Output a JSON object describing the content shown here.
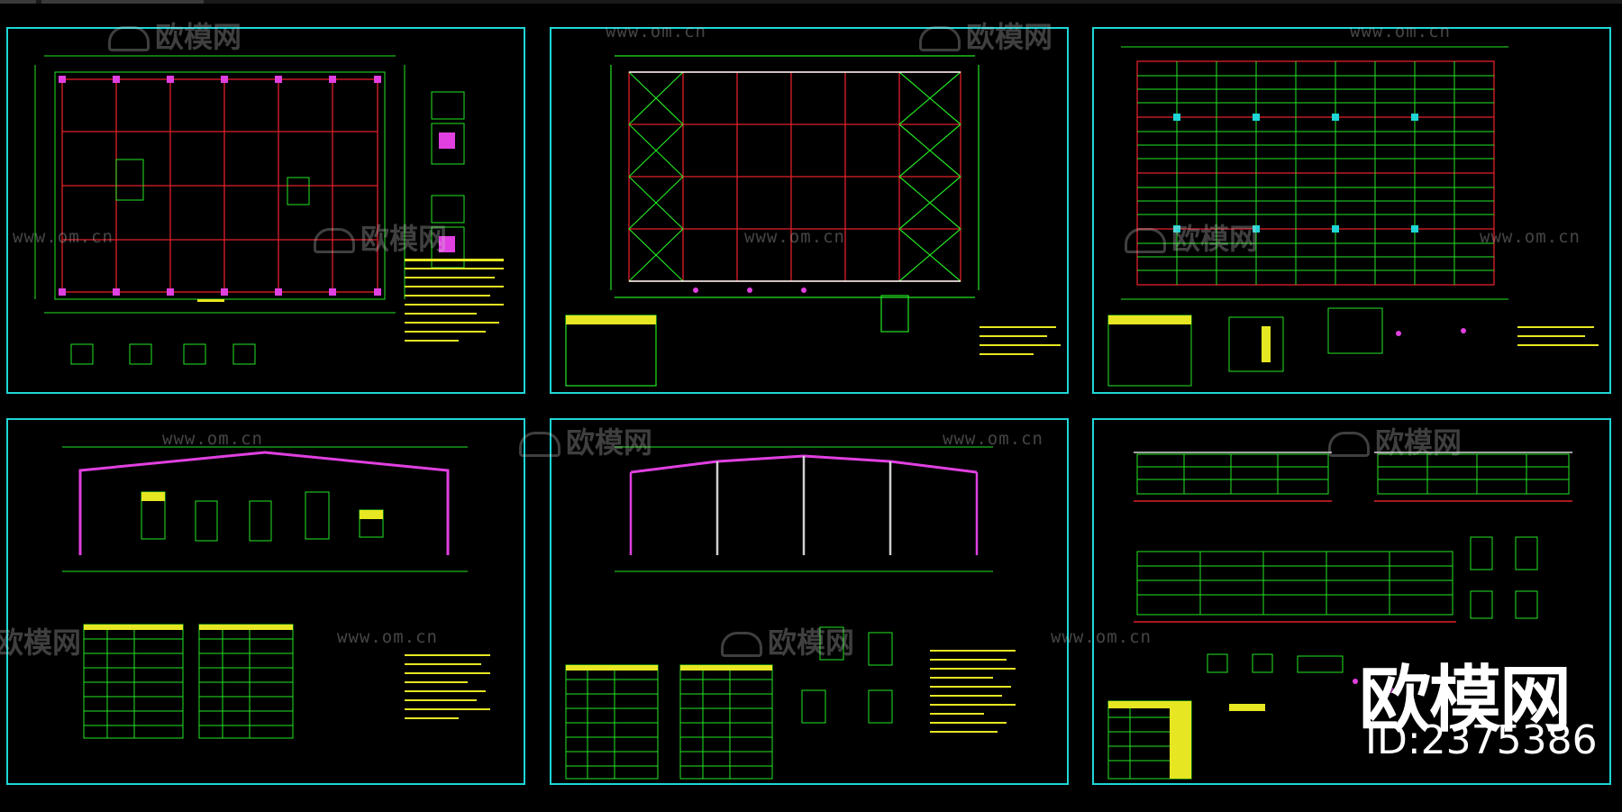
{
  "watermark": {
    "url_text": "www.om.cn",
    "logo_text": "欧模网"
  },
  "brand": {
    "name": "欧模网",
    "id_label": "ID:2375386"
  },
  "colors": {
    "sheet_border": "#1fd6d6",
    "grid_red": "#e0202a",
    "line_green": "#23e623",
    "column_magenta": "#e040e0",
    "annotation_yellow": "#e6e622",
    "background": "#000000"
  },
  "sheets": [
    {
      "id": "foundation-plan"
    },
    {
      "id": "roof-bracing-plan"
    },
    {
      "id": "purlin-layout-plan"
    },
    {
      "id": "portal-frame-elevation"
    },
    {
      "id": "multi-span-frame-elevation"
    },
    {
      "id": "wall-elevations"
    }
  ]
}
